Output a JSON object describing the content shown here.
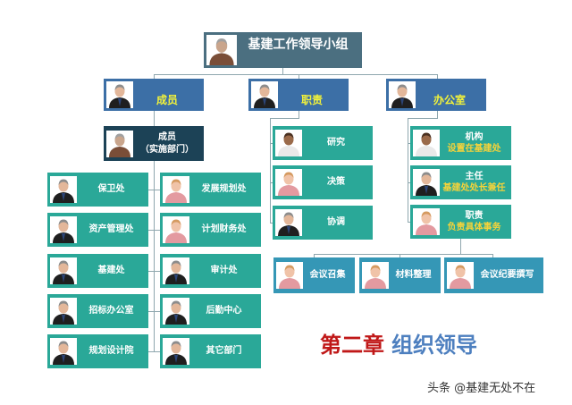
{
  "top": {
    "title": "基建工作领导小组",
    "avatar": "elder-man-icon"
  },
  "level1": [
    {
      "title": "成员",
      "avatar": "man-suit-icon"
    },
    {
      "title": "职责",
      "avatar": "man-suit-icon"
    },
    {
      "title": "办公室",
      "avatar": "man-suit-icon"
    }
  ],
  "members_dept": {
    "title": "成员",
    "subtitle": "（实施部门）",
    "avatar": "elder-man-icon"
  },
  "departments_left": [
    {
      "title": "保卫处",
      "avatar": "man-suit-icon"
    },
    {
      "title": "资产管理处",
      "avatar": "man-suit-icon"
    },
    {
      "title": "基建处",
      "avatar": "man-suit-icon"
    },
    {
      "title": "招标办公室",
      "avatar": "man-suit-icon"
    },
    {
      "title": "规划设计院",
      "avatar": "man-suit-icon"
    }
  ],
  "departments_right": [
    {
      "title": "发展规划处",
      "avatar": "woman-icon"
    },
    {
      "title": "计划财务处",
      "avatar": "woman-icon"
    },
    {
      "title": "审计处",
      "avatar": "man-suit-icon"
    },
    {
      "title": "后勤中心",
      "avatar": "man-suit-icon"
    },
    {
      "title": "其它部门",
      "avatar": "man-suit-icon"
    }
  ],
  "duties": [
    {
      "title": "研究",
      "avatar": "man-shirt-icon"
    },
    {
      "title": "决策",
      "avatar": "woman-icon"
    },
    {
      "title": "协调",
      "avatar": "man-suit-icon"
    }
  ],
  "office": [
    {
      "title": "机构",
      "subtitle": "设置在基建处",
      "avatar": "man-shirt-icon"
    },
    {
      "title": "主任",
      "subtitle": "基建处处长兼任",
      "avatar": "man-suit-icon"
    },
    {
      "title": "职责",
      "subtitle": "负责具体事务",
      "avatar": "woman-icon"
    }
  ],
  "office_tasks": [
    {
      "title": "会议召集",
      "avatar": "woman-icon"
    },
    {
      "title": "材料整理",
      "avatar": "woman-icon"
    },
    {
      "title": "会议纪要撰写",
      "avatar": "woman-icon"
    }
  ],
  "chapter": {
    "number": "第二章",
    "title": "组织领导"
  },
  "watermark": "头条 @基建无处不在",
  "colors": {
    "top": "#4b6f80",
    "level1": "#3c6fa6",
    "dark": "#1c4256",
    "teal": "#2aa898",
    "blue": "#3597b6",
    "chapter_red": "#c01818",
    "chapter_blue": "#4d7fbf",
    "highlight": "#f2f23a"
  }
}
